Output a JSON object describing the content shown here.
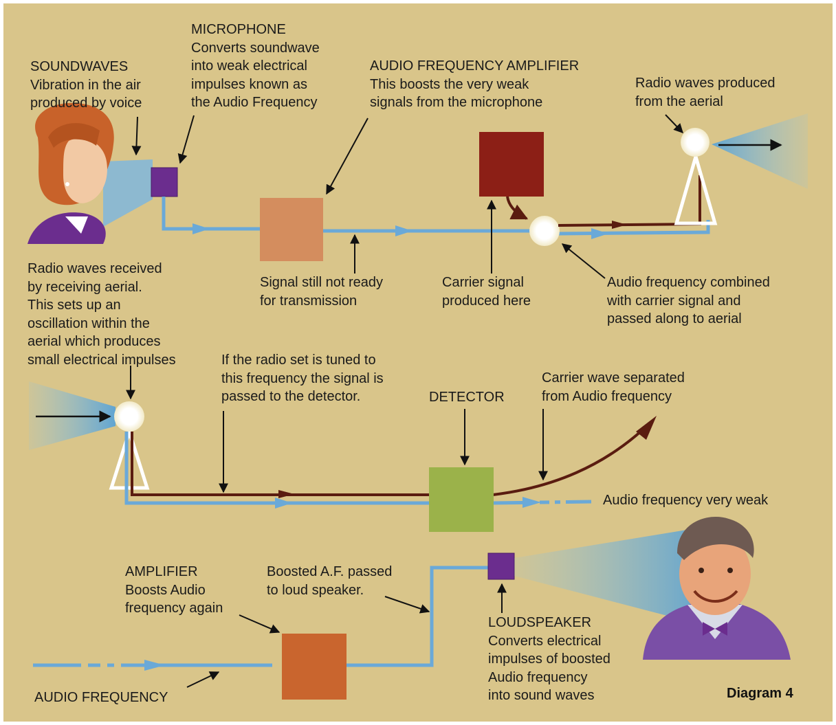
{
  "colors": {
    "background": "#d9c58a",
    "wire": "#6aa9d8",
    "carrier_wire": "#5a1c10",
    "arrow": "#111111",
    "microphone": "#6b2d8e",
    "af_amplifier": "#d48d5e",
    "oscillator": "#8c1f16",
    "detector": "#9bb24a",
    "amplifier": "#c9652e",
    "loudspeaker": "#6b2d8e"
  },
  "labels": {
    "soundwaves": [
      "SOUNDWAVES",
      "Vibration in the air",
      "produced by voice"
    ],
    "microphone": [
      "MICROPHONE",
      "Converts soundwave",
      "into weak electrical",
      "impulses known as",
      "the Audio Frequency"
    ],
    "af_amplifier": [
      "AUDIO FREQUENCY AMPLIFIER",
      "This boosts the very weak",
      "signals from the microphone"
    ],
    "radio_waves_produced": [
      "Radio waves produced",
      "from the aerial"
    ],
    "signal_not_ready": [
      "Signal still not ready",
      "for transmission"
    ],
    "carrier_signal": [
      "Carrier signal",
      "produced here"
    ],
    "combined": [
      "Audio frequency combined",
      "with carrier signal and",
      "passed along to aerial"
    ],
    "radio_received": [
      "Radio waves received",
      "by receiving aerial.",
      "This sets up an",
      "oscillation within the",
      "aerial which produces",
      "small electrical impulses"
    ],
    "tuned": [
      "If the radio set is tuned to",
      "this frequency the signal is",
      "passed to the detector."
    ],
    "detector": [
      "DETECTOR"
    ],
    "carrier_separated": [
      "Carrier wave separated",
      "from Audio frequency"
    ],
    "af_weak": [
      "Audio frequency very weak"
    ],
    "amplifier": [
      "AMPLIFIER",
      "Boosts Audio",
      "frequency again"
    ],
    "boosted": [
      "Boosted A.F. passed",
      "to loud speaker."
    ],
    "loudspeaker": [
      "LOUDSPEAKER",
      "Converts electrical",
      "impulses of boosted",
      "Audio frequency",
      "into sound waves"
    ],
    "audio_frequency": [
      "AUDIO FREQUENCY"
    ],
    "caption": "Diagram 4"
  }
}
